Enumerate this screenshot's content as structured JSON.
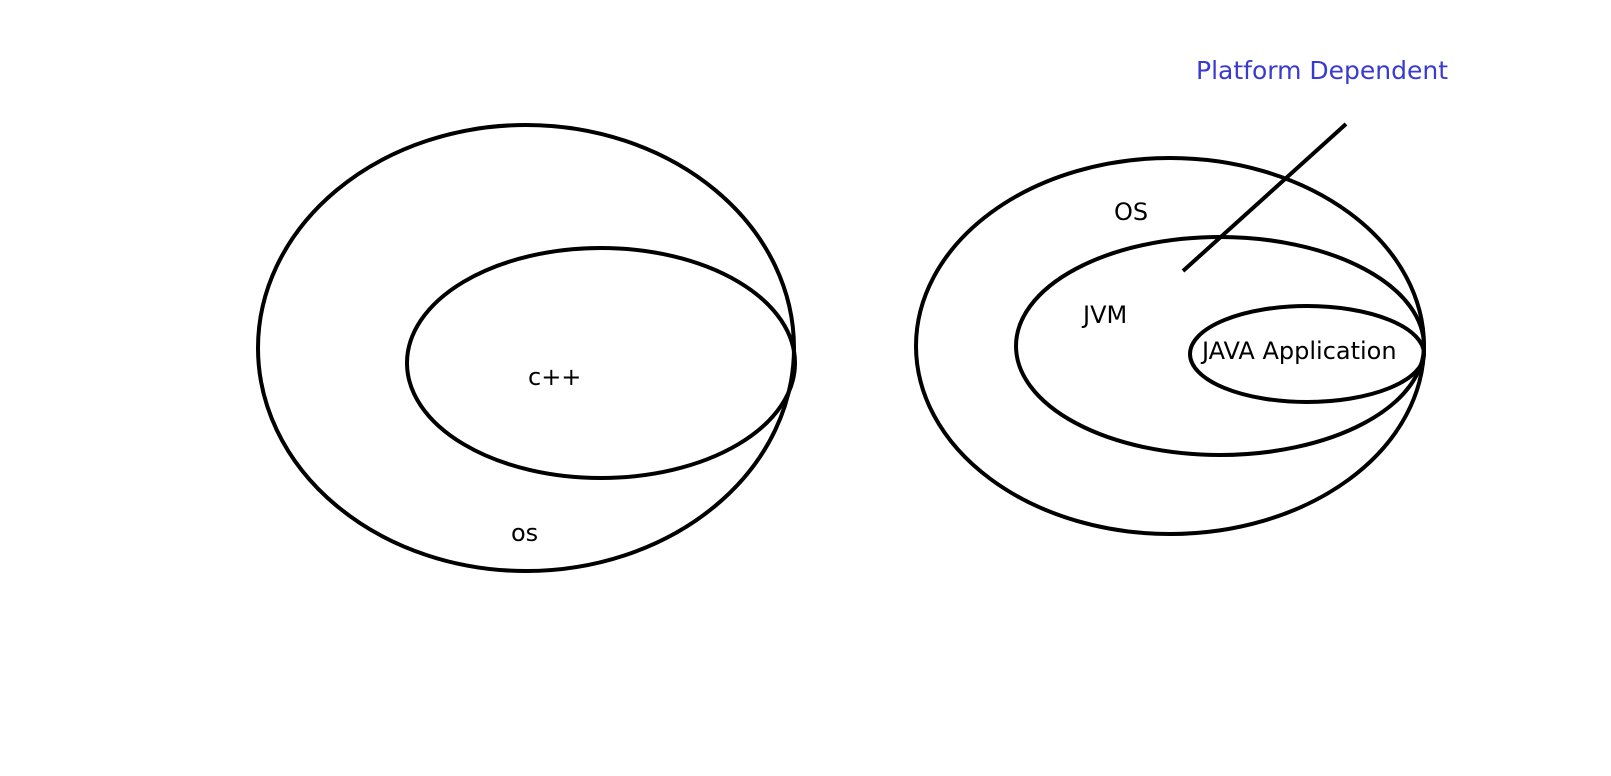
{
  "diagram": {
    "left": {
      "outer_label": "os",
      "inner_label": "c++"
    },
    "right": {
      "outer_label": "OS",
      "middle_label": "JVM",
      "inner_label": "JAVA Application"
    },
    "callout": {
      "text": "Platform Dependent",
      "color": "#3a3acf"
    }
  }
}
